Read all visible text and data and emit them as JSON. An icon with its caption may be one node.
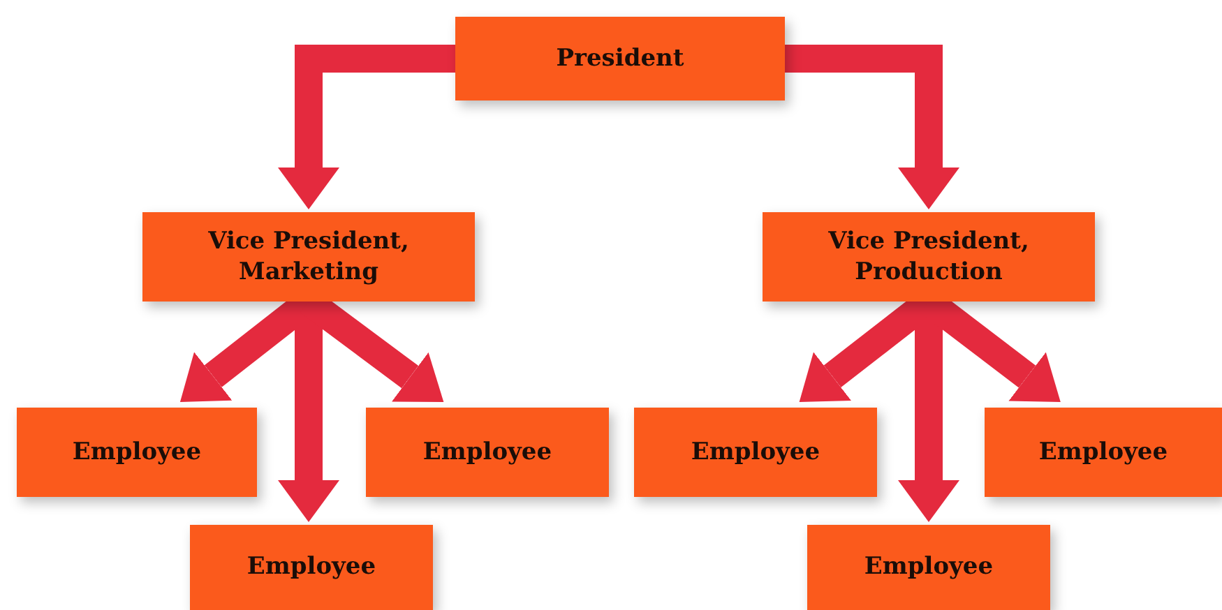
{
  "diagram": {
    "nodes": [
      {
        "text": [
          "President"
        ]
      },
      {
        "text": [
          "Vice President, Marketing"
        ]
      },
      {
        "text": [
          "Vice President, Production"
        ]
      },
      {
        "text": [
          "Employee"
        ]
      },
      {
        "text": [
          "Employee"
        ]
      },
      {
        "text": [
          "Employee"
        ]
      },
      {
        "text": [
          "Employee"
        ]
      },
      {
        "text": [
          "Employee"
        ]
      },
      {
        "text": [
          "Employee"
        ]
      }
    ],
    "edges": [
      {
        "from": 0,
        "to": 1,
        "arrow": "to"
      },
      {
        "from": 0,
        "to": 2,
        "arrow": "to"
      },
      {
        "from": 1,
        "to": 3,
        "arrow": "to"
      },
      {
        "from": 1,
        "to": 5,
        "arrow": "to"
      },
      {
        "from": 1,
        "to": 4,
        "arrow": "to"
      },
      {
        "from": 2,
        "to": 6,
        "arrow": "to"
      },
      {
        "from": 2,
        "to": 8,
        "arrow": "to"
      },
      {
        "from": 2,
        "to": 7,
        "arrow": "to"
      }
    ]
  }
}
